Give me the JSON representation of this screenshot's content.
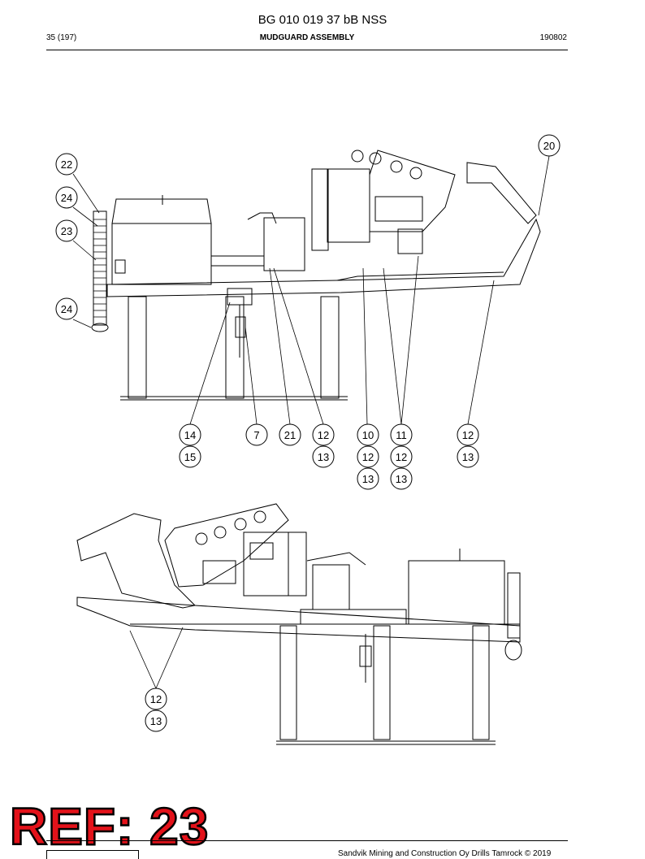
{
  "header": {
    "doc_id": "BG 010 019 37 bB NSS",
    "page": "35 (197)",
    "section_title": "MUDGUARD ASSEMBLY",
    "code": "190802"
  },
  "top_view_callouts": {
    "c20": "20",
    "c22": "22",
    "c24a": "24",
    "c23": "23",
    "c24b": "24",
    "c14": "14",
    "c15": "15",
    "c7": "7",
    "c21": "21",
    "c12a": "12",
    "c13a": "13",
    "c10": "10",
    "c12b": "12",
    "c13b": "13",
    "c11": "11",
    "c12c": "12",
    "c13c": "13",
    "c12d": "12",
    "c13d": "13"
  },
  "bottom_view_callouts": {
    "c12": "12",
    "c13": "13"
  },
  "overlay": {
    "ref_label": "REF: 23"
  },
  "footer": {
    "copyright": "Sandvik Mining and Construction Oy Drills Tamrock © 2019"
  },
  "colors": {
    "ref_fill": "#e3121a",
    "ref_outline": "#000000",
    "line": "#000000"
  }
}
